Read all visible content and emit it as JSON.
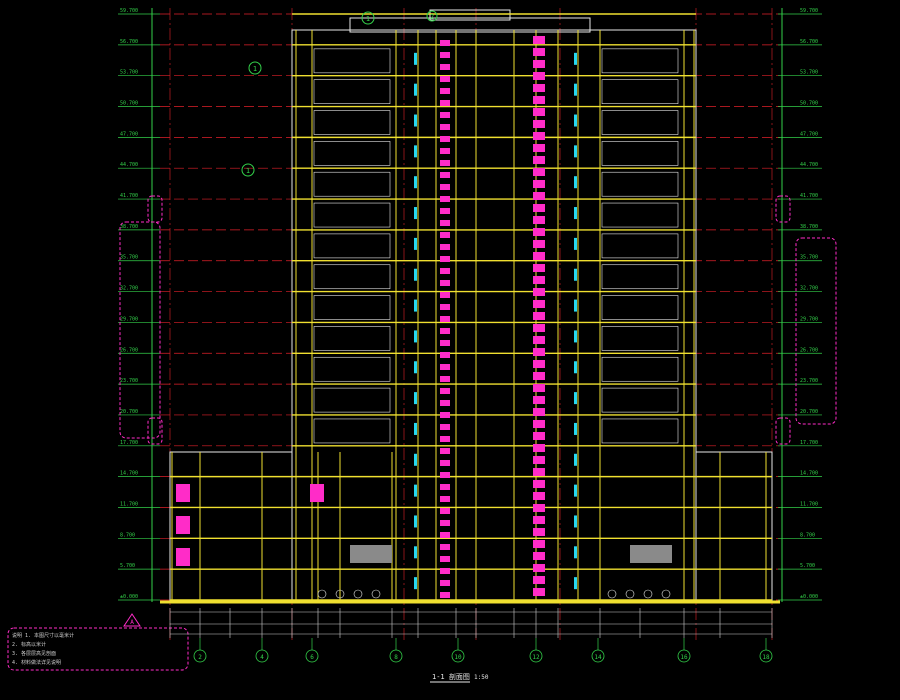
{
  "drawing": {
    "title": "1-1 剖面图",
    "scale": "1:50",
    "level_labels_left": [
      "59.700",
      "56.700",
      "53.700",
      "50.700",
      "47.700",
      "44.700",
      "41.700",
      "38.700",
      "35.700",
      "32.700",
      "29.700",
      "26.700",
      "23.700",
      "20.700",
      "17.700",
      "14.700",
      "11.700",
      "8.700",
      "5.700",
      "±0.000"
    ],
    "level_labels_right": [
      "59.700",
      "56.700",
      "53.700",
      "50.700",
      "47.700",
      "44.700",
      "41.700",
      "38.700",
      "35.700",
      "32.700",
      "29.700",
      "26.700",
      "23.700",
      "20.700",
      "17.700",
      "14.700",
      "11.700",
      "8.700",
      "5.700",
      "±0.000"
    ],
    "axis_bubbles": [
      "2",
      "4",
      "6",
      "8",
      "10",
      "12",
      "14",
      "16",
      "18"
    ],
    "callouts": [
      "1",
      "1",
      "1",
      "2",
      "A"
    ],
    "notes": [
      "说明 1. 本图尺寸以毫米计",
      "2. 标高以米计",
      "3. 各层层高见剖面",
      "4. 材料做法详见说明"
    ],
    "colors": {
      "background": "#000000",
      "grid_red": "#e0202a",
      "level_green": "#33d14a",
      "wall_yellow": "#f0e030",
      "stair_magenta": "#ff2cc8",
      "window_cyan": "#27d9f0",
      "line_white": "#e8e8e8",
      "dim_white": "#cfcfcf"
    }
  }
}
